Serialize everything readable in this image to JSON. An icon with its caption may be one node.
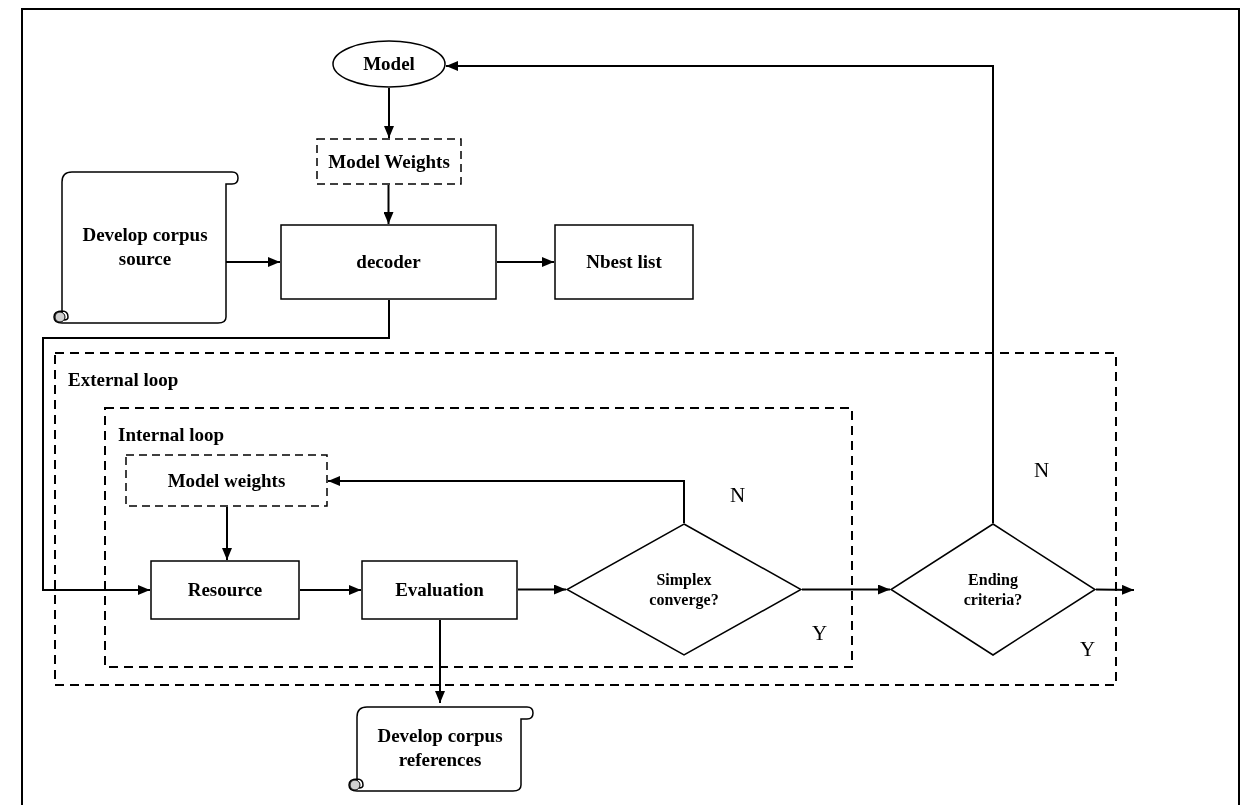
{
  "diagram": {
    "nodes": [
      {
        "text": [
          "Model"
        ]
      },
      {
        "text": [
          "Model Weights"
        ]
      },
      {
        "text": [
          "Develop corpus source"
        ]
      },
      {
        "text": [
          "decoder"
        ]
      },
      {
        "text": [
          "Nbest list"
        ]
      },
      {
        "text": [
          "External loop"
        ]
      },
      {
        "text": [
          "Internal loop"
        ],
        "in": 5
      },
      {
        "text": [
          "Model weights"
        ],
        "in": 6
      },
      {
        "text": [
          "Resource"
        ],
        "in": 6
      },
      {
        "text": [
          "Evaluation"
        ],
        "in": 6
      },
      {
        "text": [
          "Simplex converge?"
        ],
        "in": 6
      },
      {
        "text": [
          "Ending criteria?"
        ],
        "in": 5
      },
      {
        "text": [
          "Develop corpus references"
        ]
      }
    ],
    "edges": [
      {
        "from": 0,
        "to": 1,
        "arrow": "to"
      },
      {
        "from": 1,
        "to": 3,
        "arrow": "to"
      },
      {
        "from": 2,
        "to": 3,
        "arrow": "to"
      },
      {
        "from": 3,
        "to": 4,
        "arrow": "to"
      },
      {
        "from": 3,
        "to": 8,
        "arrow": "to"
      },
      {
        "from": 7,
        "to": 8,
        "arrow": "to"
      },
      {
        "from": 8,
        "to": 9,
        "arrow": "to"
      },
      {
        "from": 9,
        "to": 10,
        "arrow": "to"
      },
      {
        "from": 10,
        "to": 7,
        "arrow": "to"
      },
      {
        "from": 10,
        "to": 11,
        "arrow": "to"
      },
      {
        "from": 11,
        "to": 0,
        "arrow": "to"
      },
      {
        "from": 11,
        "to": null,
        "arrow": "to"
      },
      {
        "from": 9,
        "to": 12,
        "arrow": "to"
      }
    ],
    "labels": [
      "N",
      "Y",
      "N",
      "Y"
    ]
  }
}
